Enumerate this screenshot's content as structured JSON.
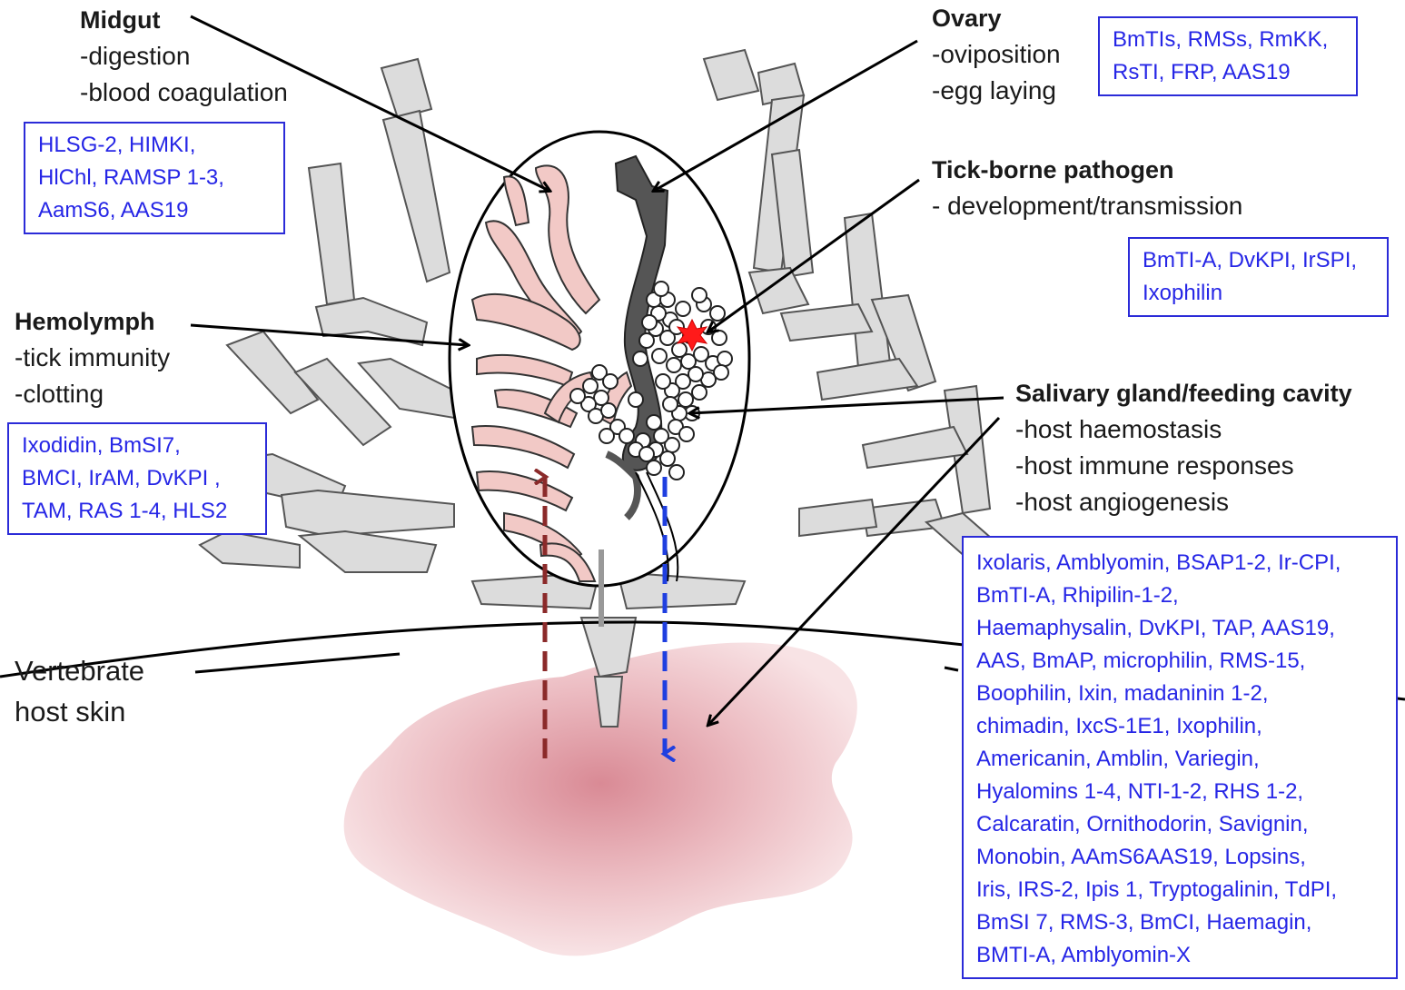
{
  "labels": {
    "midgut": {
      "title": "Midgut",
      "lines": [
        "-digestion",
        "-blood coagulation"
      ]
    },
    "hemolymph": {
      "title": "Hemolymph",
      "lines": [
        "-tick immunity",
        "-clotting"
      ]
    },
    "ovary": {
      "title": "Ovary",
      "lines": [
        "-oviposition",
        "-egg laying"
      ]
    },
    "pathogen": {
      "title": "Tick-borne pathogen",
      "lines": [
        "- development/transmission"
      ]
    },
    "salivary": {
      "title": "Salivary gland/feeding cavity",
      "lines": [
        "-host haemostasis",
        "-host immune responses",
        "-host angiogenesis"
      ]
    },
    "skin": {
      "lines": [
        "Vertebrate",
        "host skin"
      ]
    }
  },
  "boxes": {
    "midgut": [
      "HLSG-2, HIMKI,",
      "HlChl, RAMSP 1-3,",
      "AamS6, AAS19"
    ],
    "hemolymph": [
      "Ixodidin, BmSI7,",
      "BMCI, IrAM, DvKPI ,",
      "TAM, RAS 1-4, HLS2"
    ],
    "ovary": [
      "BmTIs, RMSs, RmKK,",
      "RsTI, FRP, AAS19"
    ],
    "pathogen": [
      "BmTI-A, DvKPI, IrSPI,",
      "Ixophilin"
    ],
    "salivary": [
      "Ixolaris, Amblyomin, BSAP1-2, Ir-CPI,",
      "BmTI-A, Rhipilin-1-2,",
      "Haemaphysalin, DvKPI, TAP, AAS19,",
      "AAS, BmAP, microphilin, RMS-15,",
      "Boophilin, Ixin, madaninin 1-2,",
      "chimadin, IxcS-1E1, Ixophilin,",
      "Americanin, Amblin, Variegin,",
      "Hyalomins 1-4, NTI-1-2, RHS 1-2,",
      "Calcaratin, Ornithodorin, Savignin,",
      "Monobin, AAmS6AAS19, Lopsins,",
      "Iris, IRS-2, Ipis 1, Tryptogalinin, TdPI,",
      "BmSI 7, RMS-3, BmCI, Haemagin,",
      "BMTI-A, Amblyomin-X"
    ]
  },
  "colors": {
    "inhibitor_text": "#2626e6",
    "box_border": "#2b2bd8",
    "gut": "#f2c9c6",
    "ovary": "#555555",
    "legs": "#dcdcdc",
    "blood_pool": "#d98a95",
    "uptake_arrow": "#8b2a2a",
    "secretion_arrow": "#1f3fe0",
    "pathogen": "#ff1a1a"
  }
}
